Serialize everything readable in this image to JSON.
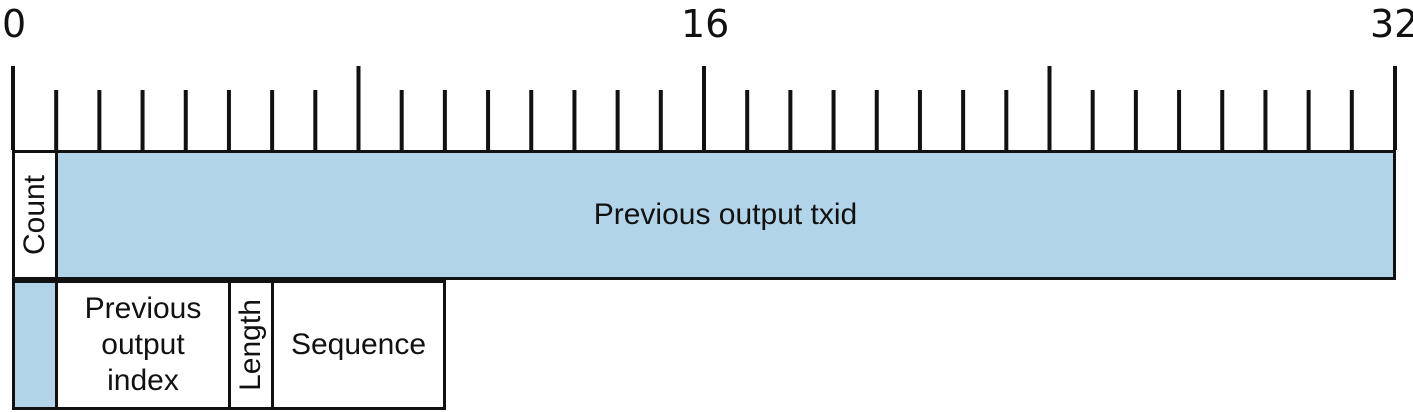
{
  "ruler": {
    "labels": [
      "0",
      "16",
      "32"
    ],
    "total_bits": 32
  },
  "rows": [
    {
      "fields": [
        {
          "label": "Count",
          "vertical": true,
          "highlight": false
        },
        {
          "label": "Previous output txid",
          "vertical": false,
          "highlight": true
        }
      ]
    },
    {
      "fields": [
        {
          "label": "",
          "vertical": false,
          "highlight": true
        },
        {
          "label": "Previous\noutput\nindex",
          "vertical": false,
          "highlight": false
        },
        {
          "label": "Length",
          "vertical": true,
          "highlight": false
        },
        {
          "label": "Sequence",
          "vertical": false,
          "highlight": false
        }
      ]
    }
  ],
  "colors": {
    "highlight": "#b1d4e9",
    "line": "#111111"
  }
}
